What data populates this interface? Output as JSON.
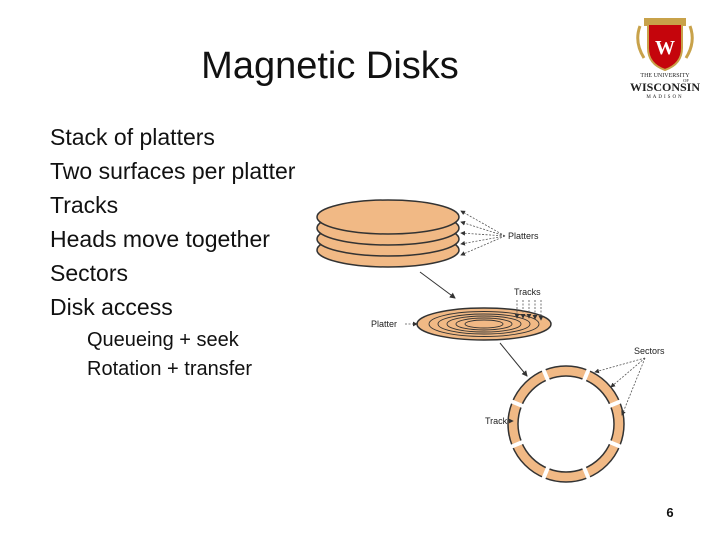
{
  "slide": {
    "title": "Magnetic Disks",
    "bullets": [
      "Stack of platters",
      "Two surfaces per platter",
      "Tracks",
      "Heads move together",
      "Sectors",
      "Disk access"
    ],
    "sub_bullets": [
      "Queueing + seek",
      "Rotation + transfer"
    ],
    "page_number": "6"
  },
  "logo": {
    "line1": "THE UNIVERSITY",
    "line2": "OF",
    "line3": "WISCONSIN",
    "line4": "MADISON",
    "crest_letter": "W"
  },
  "diagram": {
    "labels": {
      "platters": "Platters",
      "tracks": "Tracks",
      "platter": "Platter",
      "sectors": "Sectors",
      "track": "Track"
    }
  },
  "colors": {
    "platter_fill": "#f1b985",
    "platter_stroke": "#333333",
    "crest_red": "#c5050c",
    "crest_gold": "#c8a24a"
  }
}
